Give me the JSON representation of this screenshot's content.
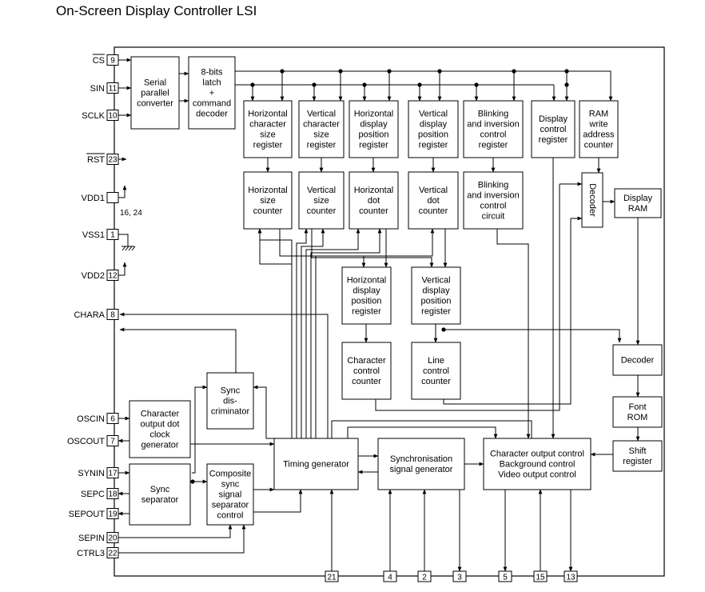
{
  "title": "On-Screen Display Controller LSI",
  "left_pins": [
    {
      "name": "CS",
      "num": "9",
      "overline": true
    },
    {
      "name": "SIN",
      "num": "11"
    },
    {
      "name": "SCLK",
      "num": "10"
    },
    {
      "name": "RST",
      "num": "23",
      "overline": true
    },
    {
      "name": "VDD1",
      "num": "",
      "sub": "16, 24"
    },
    {
      "name": "VSS1",
      "num": "1"
    },
    {
      "name": "VDD2",
      "num": "12"
    },
    {
      "name": "CHARA",
      "num": "8"
    },
    {
      "name": "OSCIN",
      "num": "6"
    },
    {
      "name": "OSCOUT",
      "num": "7"
    },
    {
      "name": "SYNIN",
      "num": "17"
    },
    {
      "name": "SEPC",
      "num": "18"
    },
    {
      "name": "SEPOUT",
      "num": "19"
    },
    {
      "name": "SEPIN",
      "num": "20"
    },
    {
      "name": "CTRL3",
      "num": "22"
    }
  ],
  "bottom_pins": [
    "21",
    "4",
    "2",
    "3",
    "5",
    "15",
    "13"
  ],
  "blocks": {
    "serial": [
      "Serial",
      "parallel",
      "converter"
    ],
    "latch": [
      "8-bits",
      "latch",
      "+",
      "command",
      "decoder"
    ],
    "hcsr": [
      "Horizontal",
      "character",
      "size",
      "register"
    ],
    "vcsr": [
      "Vertical",
      "character",
      "size",
      "register"
    ],
    "hdpr1": [
      "Horizontal",
      "display",
      "position",
      "register"
    ],
    "vdpr1": [
      "Vertical",
      "display",
      "position",
      "register"
    ],
    "bicr": [
      "Blinking",
      "and inversion",
      "control",
      "register"
    ],
    "dcr": [
      "Display",
      "control",
      "register"
    ],
    "rwac": [
      "RAM",
      "write",
      "address",
      "counter"
    ],
    "hsc": [
      "Horizontal",
      "size",
      "counter"
    ],
    "vsc": [
      "Vertical",
      "size",
      "counter"
    ],
    "hdc": [
      "Horizontal",
      "dot",
      "counter"
    ],
    "vdc": [
      "Vertical",
      "dot",
      "counter"
    ],
    "bicc": [
      "Blinking",
      "and inversion",
      "control",
      "circuit"
    ],
    "dec1": [
      "Decoder"
    ],
    "dram": [
      "Display",
      "RAM"
    ],
    "hdpr2": [
      "Horizontal",
      "display",
      "position",
      "register"
    ],
    "vdpr2": [
      "Vertical",
      "display",
      "position",
      "register"
    ],
    "ccc": [
      "Character",
      "control",
      "counter"
    ],
    "lcc": [
      "Line",
      "control",
      "counter"
    ],
    "dec2": [
      "Decoder"
    ],
    "from": [
      "Font",
      "ROM"
    ],
    "sreg": [
      "Shift",
      "register"
    ],
    "sdisc": [
      "Sync",
      "dis-",
      "criminator"
    ],
    "codcg": [
      "Character",
      "output dot",
      "clock",
      "generator"
    ],
    "tgen": [
      "Timing generator"
    ],
    "ssgen": [
      "Synchronisation",
      "signal generator"
    ],
    "coc": [
      "Character output control",
      "Background control",
      "Video output control"
    ],
    "ssep": [
      "Sync",
      "separator"
    ],
    "cssc": [
      "Composite",
      "sync",
      "signal",
      "separator",
      "control"
    ]
  }
}
